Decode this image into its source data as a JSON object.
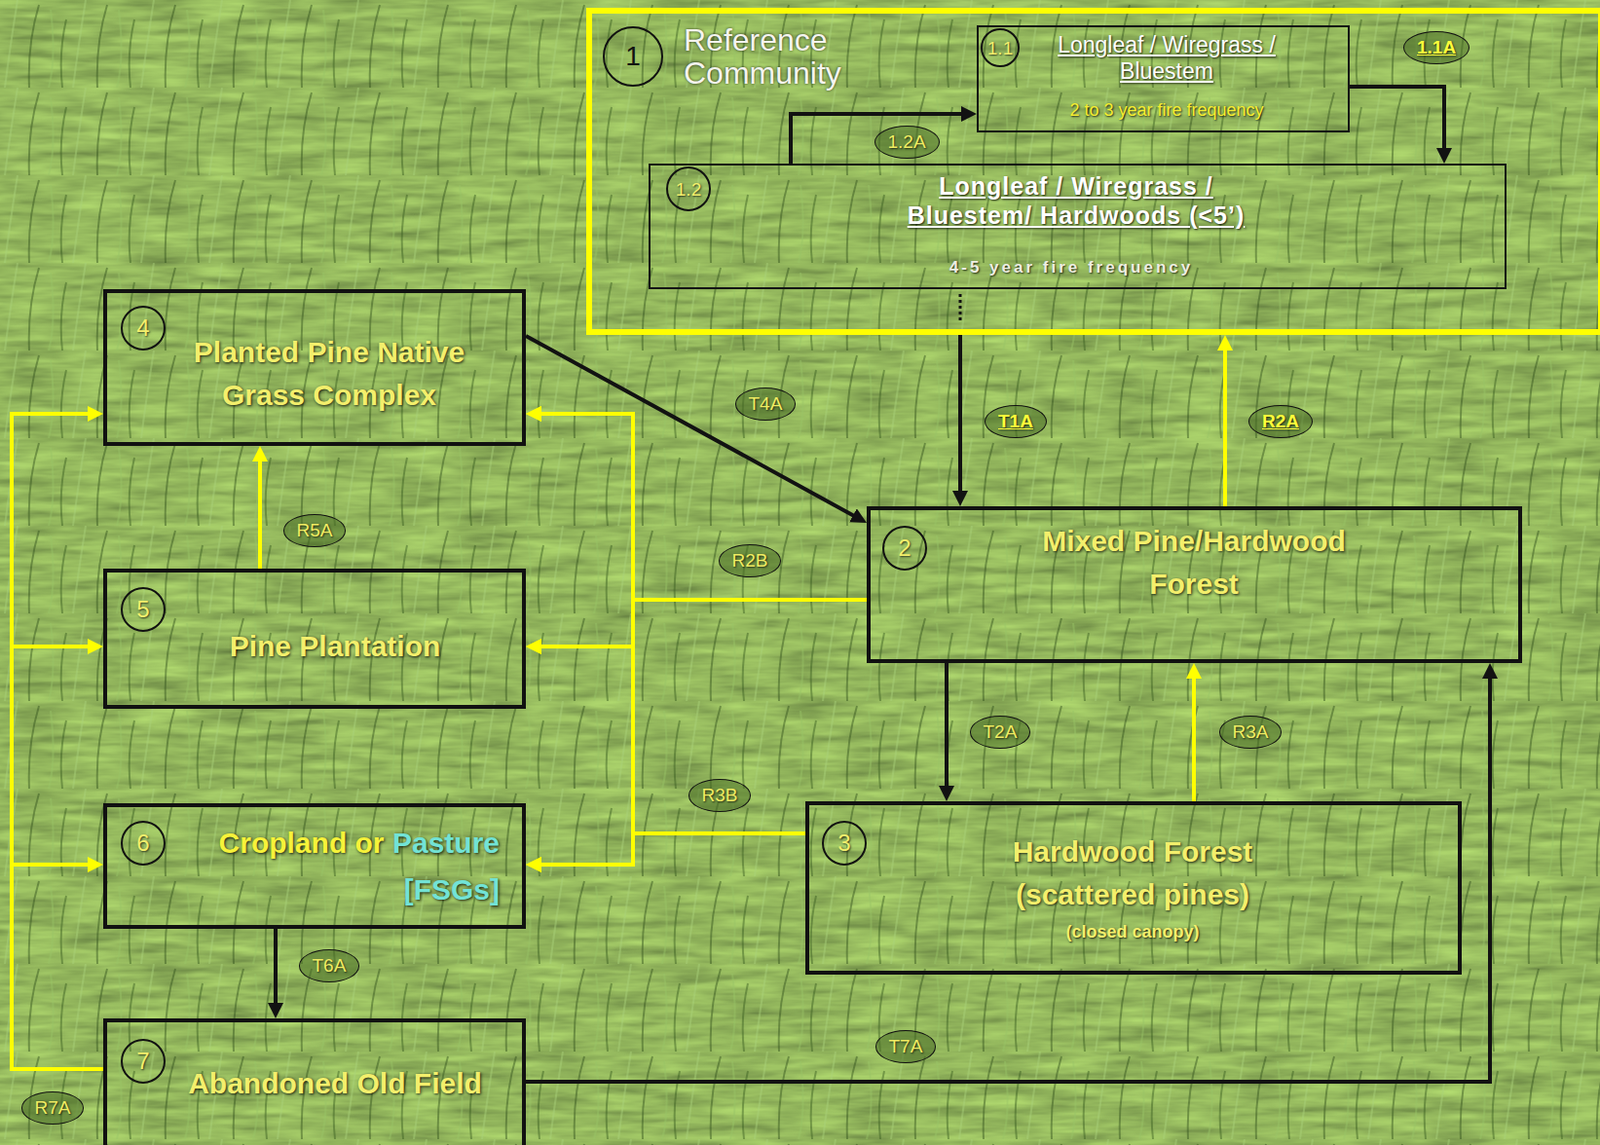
{
  "diagram": {
    "nodes": [
      {
        "text": [
          "Reference Community"
        ]
      },
      {
        "text": [
          "1"
        ],
        "in": 0
      },
      {
        "text": [
          "Longleaf / Wiregrass / Bluestem",
          "2 to 3 year fire frequency"
        ],
        "in": 0
      },
      {
        "text": [
          "1.1"
        ],
        "in": 2
      },
      {
        "text": [
          "Longleaf / Wiregrass / Bluestem/ Hardwoods (<5’)",
          "4-5 year fire frequency"
        ],
        "in": 0
      },
      {
        "text": [
          "1.2"
        ],
        "in": 4
      },
      {
        "text": [
          "Planted Pine Native Grass Complex"
        ]
      },
      {
        "text": [
          "4"
        ],
        "in": 6
      },
      {
        "text": [
          "Mixed Pine/Hardwood Forest"
        ]
      },
      {
        "text": [
          "2"
        ],
        "in": 8
      },
      {
        "text": [
          "Pine Plantation"
        ]
      },
      {
        "text": [
          "5"
        ],
        "in": 10
      },
      {
        "text": [
          "Cropland or",
          "Pasture [FSGs]"
        ]
      },
      {
        "text": [
          "6"
        ],
        "in": 12
      },
      {
        "text": [
          "Hardwood Forest (scattered pines)",
          "(closed canopy)"
        ]
      },
      {
        "text": [
          "3"
        ],
        "in": 14
      },
      {
        "text": [
          "Abandoned Old Field"
        ]
      },
      {
        "text": [
          "7"
        ],
        "in": 16
      }
    ],
    "edges": [
      {
        "from": 4,
        "to": 2,
        "arrow": "to",
        "label": "1.2A"
      },
      {
        "from": 2,
        "to": 4,
        "arrow": "to",
        "label": "1.1A"
      },
      {
        "from": 0,
        "to": 8,
        "arrow": "to",
        "label": "T1A"
      },
      {
        "from": 8,
        "to": 0,
        "arrow": "to",
        "label": "R2A"
      },
      {
        "from": 6,
        "to": 8,
        "arrow": "to",
        "label": "T4A"
      },
      {
        "from": 8,
        "to": 6,
        "arrow": "to",
        "label": "R2B"
      },
      {
        "from": 8,
        "to": 10,
        "arrow": "to"
      },
      {
        "from": 8,
        "to": 12,
        "arrow": "to"
      },
      {
        "from": 14,
        "to": 6,
        "arrow": "to",
        "label": "R3B"
      },
      {
        "from": 14,
        "to": 10,
        "arrow": "to"
      },
      {
        "from": 14,
        "to": 12,
        "arrow": "to"
      },
      {
        "from": 10,
        "to": 6,
        "arrow": "to",
        "label": "R5A"
      },
      {
        "from": 8,
        "to": 14,
        "arrow": "to",
        "label": "T2A"
      },
      {
        "from": 14,
        "to": 8,
        "arrow": "to",
        "label": "R3A"
      },
      {
        "from": 12,
        "to": 16,
        "arrow": "to",
        "label": "T6A"
      },
      {
        "from": 16,
        "to": 8,
        "arrow": "to",
        "label": "T7A"
      },
      {
        "from": 16,
        "to": 6,
        "arrow": "to",
        "label": "R7A"
      },
      {
        "from": 16,
        "to": 10,
        "arrow": "to"
      },
      {
        "from": 16,
        "to": 12,
        "arrow": "to"
      }
    ]
  }
}
